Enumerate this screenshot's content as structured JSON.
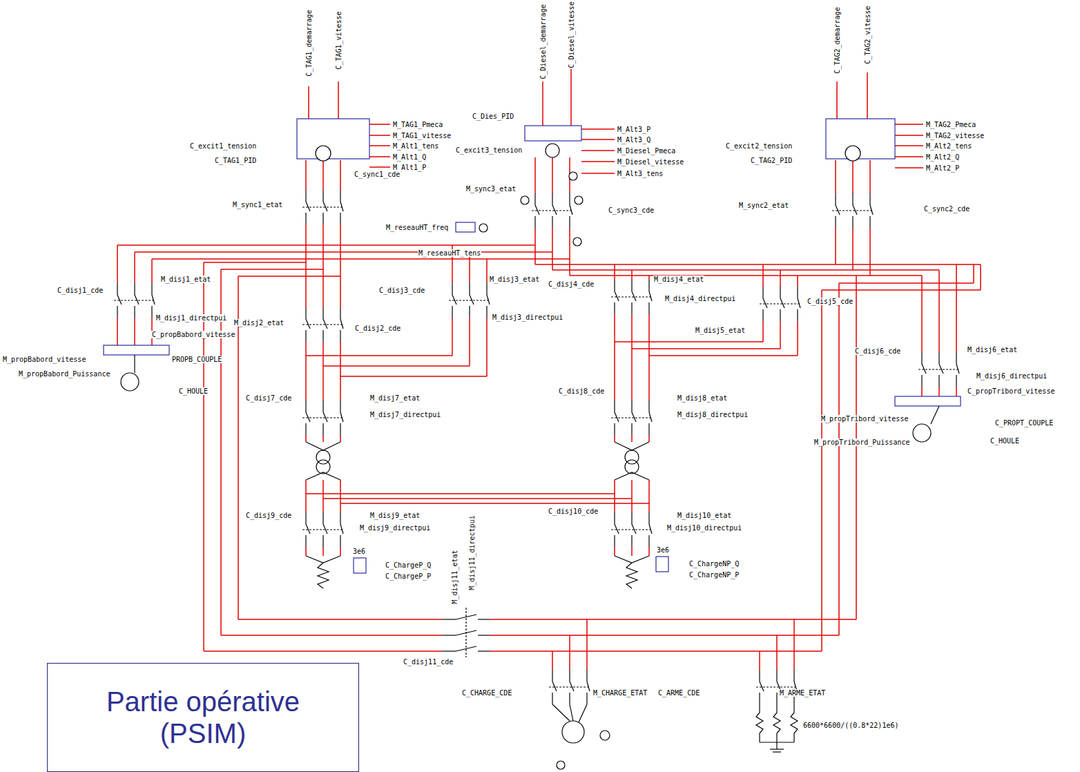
{
  "diagram": {
    "nodes": [
      {
        "text": [
          "Partie opérative (PSIM)"
        ]
      }
    ],
    "labels": [
      "C_TAG1_demarrage",
      "C_TAG1_vitesse",
      "C_Diesel_demarrage",
      "C_Diesel_vitesse",
      "C_TAG2_demarrage",
      "C_TAG2_vitesse",
      "M_TAG1_Pmeca",
      "M_TAG1_vitesse",
      "M_Alt1_tens",
      "M_Alt1_Q",
      "M_Alt1_P",
      "C_excit1_tension",
      "C_TAG1_PID",
      "M_sync1_etat",
      "C_sync1_cde",
      "C_Dies_PID",
      "M_Alt3_P",
      "M_Alt3_Q",
      "C_excit3_tension",
      "M_Diesel_Pmeca",
      "M_Diesel_vitesse",
      "M_Alt3_tens",
      "M_sync3_etat",
      "C_sync3_cde",
      "M_reseauHT_freq",
      "M_reseauHT_tens",
      "M_TAG2_Pmeca",
      "M_TAG2_vitesse",
      "M_Alt2_tens",
      "M_Alt2_Q",
      "M_Alt2_P",
      "C_excit2_tension",
      "C_TAG2_PID",
      "M_sync2_etat",
      "C_sync2_cde",
      "C_disj1_cde",
      "M_disj1_etat",
      "M_disj1_directpui",
      "M_disj2_etat",
      "C_disj2_cde",
      "C_disj3_cde",
      "M_disj3_etat",
      "M_disj3_directpui",
      "C_disj4_cde",
      "M_disj4_etat",
      "M_disj4_directpui",
      "C_disj5_cde",
      "M_disj5_etat",
      "C_disj6_cde",
      "M_disj6_etat",
      "M_disj6_directpui",
      "C_propBabord_vitesse",
      "PROPB_COUPLE",
      "M_propBabord_vitesse",
      "M_propBabord_Puissance",
      "C_HOULE",
      "C_propTribord_vitesse",
      "C_PROPT_COUPLE",
      "M_propTribord_vitesse",
      "M_propTribord_Puissance",
      "C_HOULE",
      "C_disj7_cde",
      "M_disj7_etat",
      "M_disj7_directpui",
      "C_disj8_cde",
      "M_disj8_etat",
      "M_disj8_directpui",
      "C_disj9_cde",
      "M_disj9_etat",
      "M_disj9_directpui",
      "C_disj10_cde",
      "M_disj10_etat",
      "M_disj10_directpui",
      "3e6",
      "C_ChargeP_Q",
      "C_ChargeP_P",
      "3e6",
      "C_ChargeNP_Q",
      "C_ChargeNP_P",
      "M_disj11_etat",
      "M_disj11_directpui",
      "C_disj11_cde",
      "C_CHARGE_CDE",
      "M_CHARGE_ETAT",
      "C_ARME_CDE",
      "M_ARME_ETAT",
      "6600*6600/((0.8*22)1e6)"
    ]
  }
}
